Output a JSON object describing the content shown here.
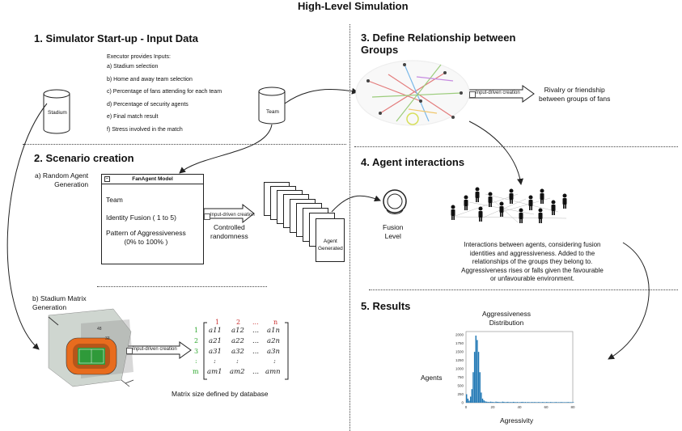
{
  "page": {
    "title": "High-Level Simulation"
  },
  "section1": {
    "heading": "1. Simulator Start-up - Input Data",
    "intro": "Executor provides Inputs:",
    "inputs": [
      "a) Stadium selection",
      "b) Home and away team selection",
      "c) Percentage of fans attending for each team",
      "d) Percentage of security agents",
      "e) Final match result",
      "f) Stress involved in the match"
    ],
    "stadium_label": "Stadium",
    "team_label": "Team"
  },
  "section2": {
    "heading": "2. Scenario creation",
    "sub_a": "a) Random Agent\nGeneration",
    "fan_model": {
      "title": "FanAgent Model",
      "attr1": "Team",
      "attr2": "Identity Fusion ( 1 to 5)",
      "attr3": "Pattern of Aggressiveness\n(0% to 100% )"
    },
    "input_driven_1": "Input-driven creation",
    "controlled": "Controlled\nrandomness",
    "agent_generated": "Agent\nGenerated",
    "sub_b": "b) Stadium Matrix\nGeneration",
    "input_driven_2": "Input-driven creation",
    "matrix_caption": "Matrix size defined by database",
    "matrix": {
      "cols": [
        "1",
        "2",
        "...",
        "n"
      ],
      "rows": [
        "1",
        "2",
        "3",
        ":",
        "m"
      ],
      "cells": [
        [
          "a11",
          "a12",
          "...",
          "a1n"
        ],
        [
          "a21",
          "a22",
          "...",
          "a2n"
        ],
        [
          "a31",
          "a32",
          "...",
          "a3n"
        ],
        [
          ":",
          ":",
          "",
          ":"
        ],
        [
          "am1",
          "am2",
          "...",
          "amn"
        ]
      ]
    }
  },
  "section3": {
    "heading": "3. Define Relationship between\nGroups",
    "input_driven": "Input-driven creation",
    "result": "Rivalry or friendship\nbetween groups of fans"
  },
  "section4": {
    "heading": "4. Agent interactions",
    "fusion_label": "Fusion\nLevel",
    "description": "Interactions between agents, considering fusion\nidentities and aggressiveness. Added to the\nrelationships of the groups they belong to.\nAggressiveness rises or falls given the favourable\nor unfavourable environment."
  },
  "section5": {
    "heading": "5. Results",
    "chart_title": "Aggressiveness\nDistribution",
    "ylabel": "Agents",
    "xlabel": "Agressivity"
  },
  "chart_data": {
    "type": "bar",
    "title": "",
    "xlabel": "Agressivity",
    "ylabel": "Agents",
    "x": [
      0,
      1,
      2,
      3,
      4,
      5,
      6,
      7,
      8,
      9,
      10,
      11,
      12,
      13,
      14,
      15,
      16,
      17,
      18,
      19,
      20,
      21,
      22,
      23,
      24,
      25,
      26,
      27,
      28,
      29,
      30,
      31,
      32,
      33,
      34,
      35,
      36,
      37,
      38,
      39,
      40,
      41,
      42,
      43,
      44,
      45,
      46,
      47,
      48,
      49,
      50,
      51,
      52,
      53,
      54,
      55,
      56,
      57,
      58,
      59,
      60,
      61,
      62,
      63,
      64,
      65,
      66,
      67,
      68,
      69,
      70,
      71,
      72,
      73,
      74,
      75,
      76,
      77,
      78,
      79,
      80
    ],
    "values": [
      250,
      120,
      60,
      180,
      400,
      900,
      1500,
      1980,
      1850,
      1500,
      900,
      300,
      120,
      70,
      40,
      30,
      25,
      20,
      30,
      25,
      20,
      15,
      30,
      25,
      20,
      20,
      15,
      30,
      25,
      15,
      20,
      25,
      15,
      20,
      15,
      25,
      20,
      15,
      20,
      15,
      15,
      20,
      25,
      15,
      20,
      15,
      20,
      15,
      15,
      20,
      15,
      20,
      15,
      15,
      20,
      15,
      15,
      20,
      15,
      15,
      20,
      15,
      15,
      20,
      15,
      15,
      15,
      20,
      15,
      15,
      15,
      20,
      15,
      15,
      15,
      15,
      20,
      15,
      15,
      15,
      15
    ],
    "xlim": [
      0,
      80
    ],
    "ylim": [
      0,
      2100
    ],
    "xticks": [
      0,
      20,
      40,
      60,
      80
    ],
    "yticks": [
      0,
      250,
      500,
      750,
      1000,
      1250,
      1500,
      1750,
      2000
    ],
    "bar_color": "#1f77b4"
  }
}
